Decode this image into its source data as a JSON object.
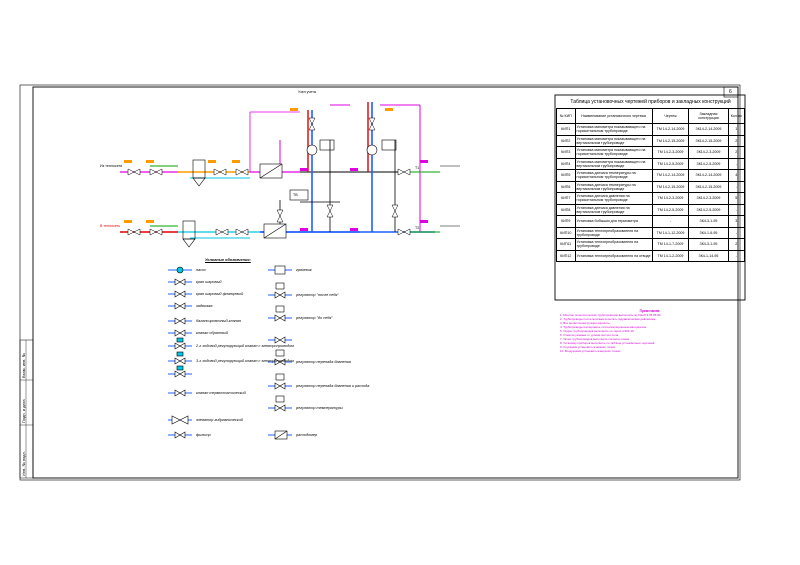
{
  "sheet_number": "6",
  "table": {
    "title": "Таблица установочных чертежей приборов и закладных конструкций",
    "headers": [
      "№ КИП",
      "Наименование установочного чертежа",
      "Чертеж",
      "Закладная конструкция",
      "Кол-во"
    ],
    "rows": [
      [
        "КИП1",
        "Установка манометра показывающего на горизонтальном трубопроводе",
        "ТМ 14-2-14-2009",
        "ЗК14-2-14-2009",
        "1"
      ],
      [
        "КИП2",
        "Установка манометра показывающего на вертикальном трубопроводе",
        "ТМ 14-2-15-2009",
        "ЗК14-2-15-2009",
        "2"
      ],
      [
        "КИП3",
        "Установка манометра показывающего на горизонтальном трубопроводе",
        "ТМ 14-2-3-2009",
        "ЗК14-2-3-2009",
        "2"
      ],
      [
        "КИП4",
        "Установка манометра показывающего на вертикальном трубопроводе",
        "ТМ 14-2-5-2009",
        "ЗК14-2-5-2009",
        "-"
      ],
      [
        "КИП5",
        "Установка датчика температуры на горизонтальном трубопроводе",
        "ТМ 14-2-14-2009",
        "ЗК14-2-14-2009",
        "4"
      ],
      [
        "КИП6",
        "Установка датчика температуры на вертикальном трубопроводе",
        "ТМ 14-2-15-2009",
        "ЗК14-2-15-2009",
        "-"
      ],
      [
        "КИП7",
        "Установка датчика давления на горизонтальном трубопроводе",
        "ТМ 14-2-3-2009",
        "ЗК14-2-3-2009",
        "5"
      ],
      [
        "КИП8",
        "Установка датчика давления на вертикальном трубопроводе",
        "ТМ 14-2-5-2009",
        "ЗК14-2-5-2009",
        "-"
      ],
      [
        "КИП9",
        "Установка бобышки для термометра",
        "-",
        "ЗК4-3-1-95",
        "3"
      ],
      [
        "КИП10",
        "Установка теплопреобразователя на трубопроводе",
        "ТМ 14-1-12-2009",
        "ЗК4-1-6-95",
        "-"
      ],
      [
        "КИП11",
        "Установка теплопреобразователя на трубопроводе",
        "ТМ 14-1-7-2009",
        "ЗК4-3-1-95",
        "2"
      ],
      [
        "КИП12",
        "Установка теплопреобразователя на отводе",
        "ТМ 14-1-2-2009",
        "ЗК4-1-14-95",
        "-"
      ]
    ]
  },
  "notes": {
    "title": "Примечания:",
    "lines": [
      "1. Монтаж технологических трубопроводов выполнить по СНиП 3.05.05-84.",
      "2. Трубопроводы после монтажа испытать гидравлическим давлением.",
      "3. Все металлоконструкции окрасить.",
      "4. Трубопроводы изолировать теплоизоляционным материалом.",
      "5. Опоры трубопроводов выполнить по серии 4.903-10.",
      "6. Отметки указаны от уровня чистого пола.",
      "7. Уклон трубопроводов выполнить согласно схеме.",
      "8. Установку приборов выполнить по таблице установочных чертежей.",
      "9. Спускники установить в нижних точках.",
      "10. Воздушники установить в верхних точках."
    ]
  },
  "legend": {
    "title": "Условные обозначения:",
    "items": [
      "насос",
      "кран шаровый",
      "кран шаровый фланцевый",
      "задвижка",
      "балансировочный клапан",
      "клапан обратный",
      "2-х ходовой регулирующий клапан с электроприводом",
      "3-х ходовой регулирующий клапан с электроприводом",
      "клапан термостатический",
      "грязевик",
      "регулятор \"после себя\"",
      "регулятор \"до себя\"",
      "фильтр",
      "расходомер",
      "регулятор перепада давления",
      "регулятор перепада давления и расхода",
      "регулятор температуры",
      "элеватор гидравлический"
    ]
  },
  "labels": {
    "from_network": "Из теплосети",
    "to_network": "В теплосеть",
    "supply_t1": "Т1",
    "return_t2": "Т2",
    "tb": "ТВ",
    "uzel": "Узел учета"
  },
  "side_labels": [
    "Взам. инв. №",
    "Подп. и дата",
    "Инв. № подл."
  ],
  "colors": {
    "pipe_blue": "#1f5fff",
    "pipe_red": "#e00000",
    "pipe_magenta": "#e000e0",
    "pipe_orange": "#ff9a00",
    "pipe_green": "#00a000",
    "pipe_cyan": "#00c8e0"
  }
}
